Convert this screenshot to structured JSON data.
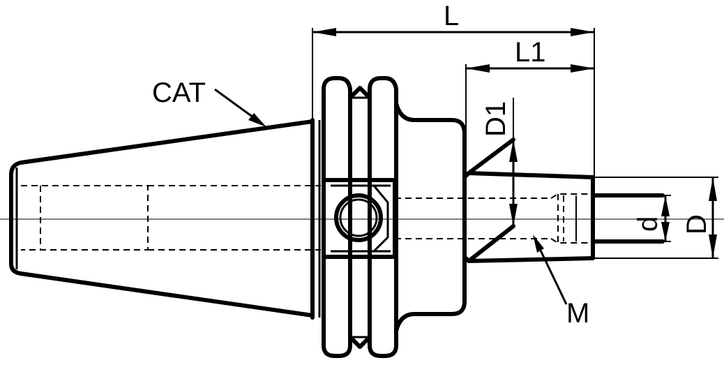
{
  "labels": {
    "cat": "CAT",
    "L": "L",
    "L1": "L1",
    "D1": "D1",
    "d": "d",
    "D": "D",
    "M": "M"
  }
}
